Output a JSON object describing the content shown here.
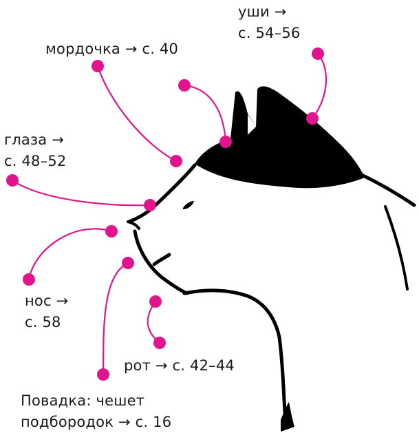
{
  "colors": {
    "accent": "#e0148c",
    "ink": "#000000",
    "text": "#1a1a1a",
    "background": "#ffffff"
  },
  "labels": {
    "ears": {
      "line1": "уши →",
      "line2": "с. 54–56"
    },
    "muzzle": {
      "line1": "мордочка → с. 40"
    },
    "eyes": {
      "line1": "глаза →",
      "line2": "с. 48–52"
    },
    "nose": {
      "line1": "нос →",
      "line2": "с. 58"
    },
    "mouth": {
      "line1": "рот → с. 42–44"
    },
    "habit": {
      "line1": "Повадка: чешет",
      "line2": "подбородок → с. 16"
    }
  }
}
